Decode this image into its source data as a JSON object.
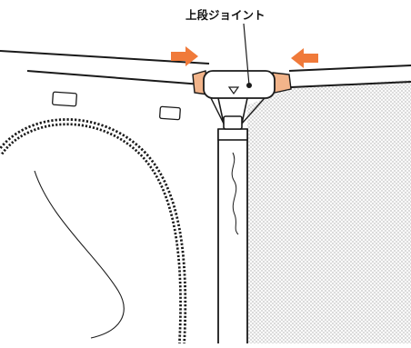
{
  "callout": {
    "label": "上段ジョイント",
    "icon": "joint-callout-leader"
  },
  "arrows": {
    "count": 2,
    "color": "#f07a3a",
    "icon": "push-arrow-icon"
  },
  "colors": {
    "line": "#1a1a1a",
    "mesh": "#c8c8c8",
    "joint_cap": "#f2b48a",
    "highlight_arrow": "#f07a3a"
  }
}
